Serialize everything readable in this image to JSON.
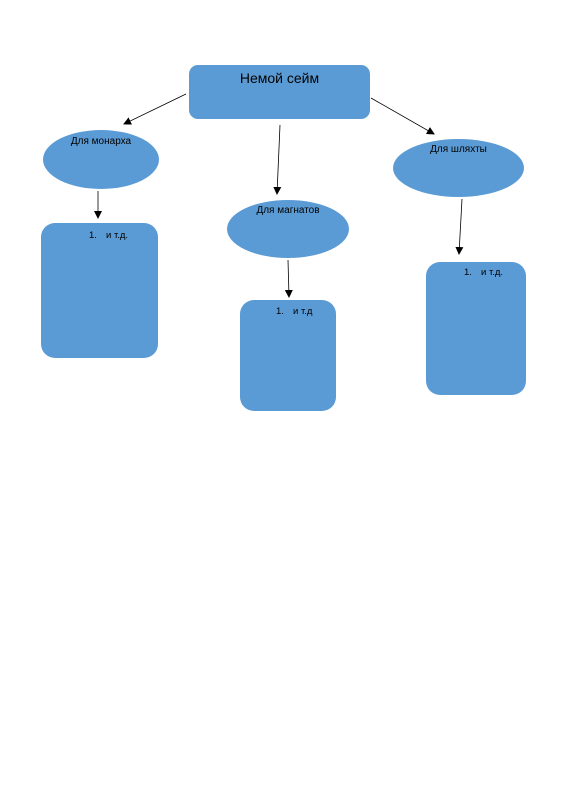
{
  "root": {
    "label": "Немой сейм"
  },
  "branches": [
    {
      "id": "monarch",
      "label": "Для монарха",
      "items": [
        {
          "number": "1.",
          "text": "и т.д."
        }
      ]
    },
    {
      "id": "magnat",
      "label": "Для магнатов",
      "items": [
        {
          "number": "1.",
          "text": "и т.д"
        }
      ]
    },
    {
      "id": "szlachta",
      "label": "Для шляхты",
      "items": [
        {
          "number": "1.",
          "text": "и т.д."
        }
      ]
    }
  ],
  "colors": {
    "node_fill": "#5b9bd5",
    "arrow": "#000000"
  }
}
